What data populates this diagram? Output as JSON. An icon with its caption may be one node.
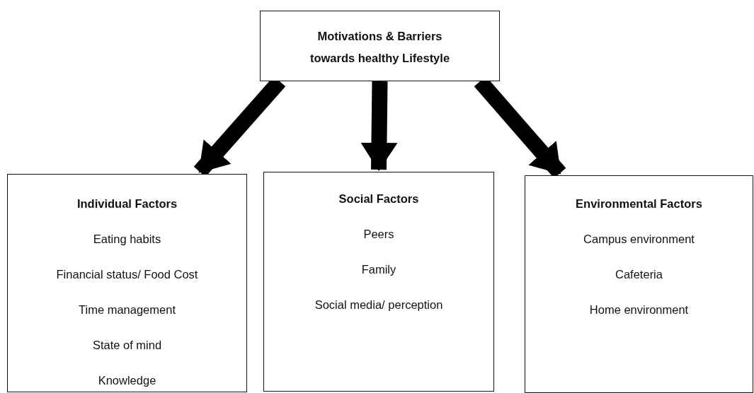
{
  "diagram": {
    "nodes": [
      {
        "text": [
          "Motivations & Barriers towards healthy Lifestyle"
        ]
      },
      {
        "text": [
          "Individual Factors",
          "Eating habits",
          "Financial status/ Food Cost",
          "Time management",
          "State of mind",
          "Knowledge"
        ]
      },
      {
        "text": [
          "Social Factors",
          "Peers",
          "Family",
          "Social media/ perception"
        ]
      },
      {
        "text": [
          "Environmental Factors",
          "Campus environment",
          "Cafeteria",
          "Home environment"
        ]
      }
    ],
    "edges": [
      {
        "from": 0,
        "to": 1,
        "arrow": "to"
      },
      {
        "from": 0,
        "to": 2,
        "arrow": "to"
      },
      {
        "from": 0,
        "to": 3,
        "arrow": "to"
      }
    ]
  }
}
